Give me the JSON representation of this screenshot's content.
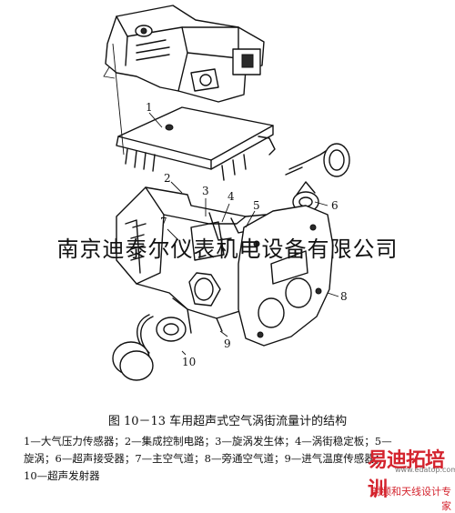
{
  "watermark": "南京迪泰尔仪表机电设备有限公司",
  "callouts": [
    "1",
    "2",
    "3",
    "4",
    "5",
    "6",
    "7",
    "8",
    "9",
    "10"
  ],
  "caption": "图 10－13   车用超声式空气涡街流量计的结构",
  "legend": {
    "line1": "1—大气压力传感器；2—集成控制电路；3—旋涡发生体；4—涡街稳定板；5—",
    "line2": "旋涡；6—超声接受器；7—主空气道；8—旁通空气道；9—进气温度传感器；",
    "line3": "10—超声发射器"
  },
  "logo": {
    "brand": "易迪拓培训",
    "site": "www.edatop.com",
    "slogan": "射频和天线设计专家",
    "brand_color": "#d4232d"
  }
}
